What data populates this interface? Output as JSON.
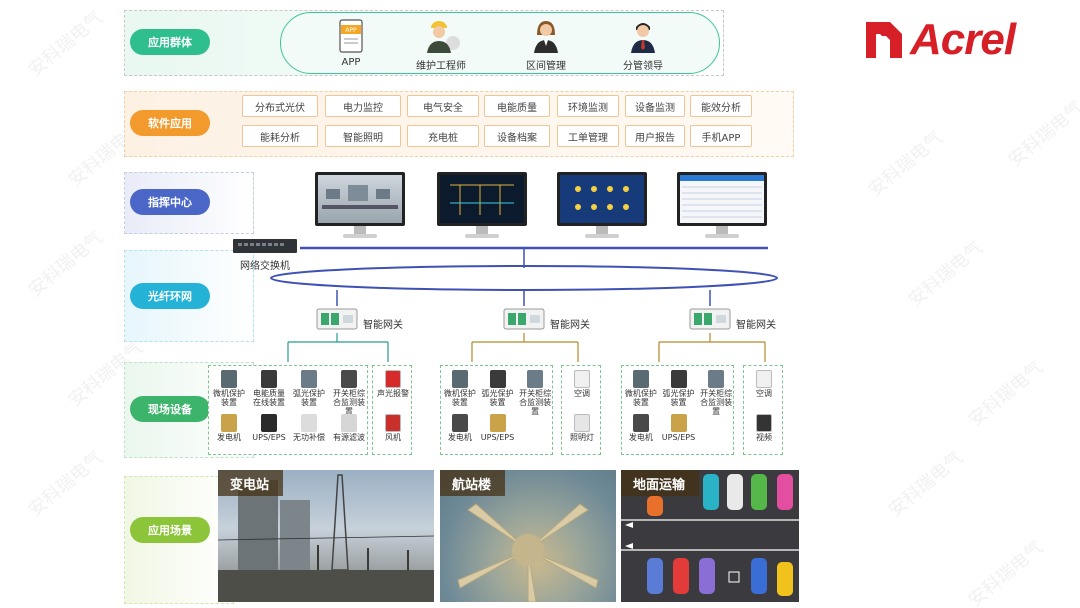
{
  "layers": {
    "app": "应用群体",
    "software": "软件应用",
    "command": "指挥中心",
    "network": "光纤环网",
    "field": "现场设备",
    "scene": "应用场景"
  },
  "users": [
    {
      "label": "APP",
      "icon": "app-icon"
    },
    {
      "label": "维护工程师",
      "icon": "engineer-icon"
    },
    {
      "label": "区间管理",
      "icon": "manager-female-icon"
    },
    {
      "label": "分管领导",
      "icon": "leader-icon"
    }
  ],
  "app_badge": "APP",
  "software_rows": [
    [
      "分布式光伏",
      "电力监控",
      "电气安全",
      "电能质量",
      "环境监测",
      "设备监测",
      "能效分析"
    ],
    [
      "能耗分析",
      "智能照明",
      "充电桩",
      "设备档案",
      "工单管理",
      "用户报告",
      "手机APP"
    ]
  ],
  "switch_label": "网络交换机",
  "gateway_label": "智能网关",
  "field_groups": [
    {
      "devices": [
        "微机保护装置",
        "电能质量在线装置",
        "弧光保护装置",
        "开关柜综合监测装置",
        "发电机",
        "UPS/EPS",
        "无功补偿",
        "有源滤波"
      ],
      "side": [
        "声光报警",
        "风机"
      ]
    },
    {
      "devices": [
        "微机保护装置",
        "弧光保护装置",
        "开关柜综合监测装置",
        "发电机",
        "UPS/EPS"
      ],
      "side": [
        "空调",
        "照明灯"
      ]
    },
    {
      "devices": [
        "微机保护装置",
        "弧光保护装置",
        "开关柜综合监测装置",
        "发电机",
        "UPS/EPS"
      ],
      "side": [
        "空调",
        "视频"
      ]
    }
  ],
  "scenes": [
    "变电站",
    "航站楼",
    "地面运输"
  ],
  "brand": "Acrel",
  "watermark": "安科瑞电气",
  "colors": {
    "brand_red": "#d61f26",
    "app": "#2fbf8f",
    "software": "#f39a2c",
    "command": "#4a67c8",
    "network": "#24b3d6",
    "field": "#3cb46c",
    "scene": "#8cc43a",
    "ring": "#3f51b5"
  }
}
